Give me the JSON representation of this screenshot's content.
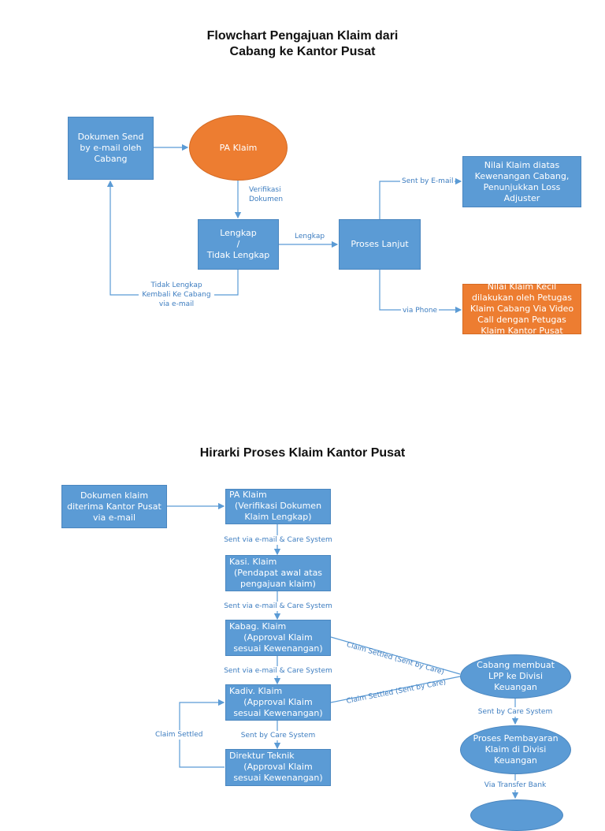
{
  "flowchart": {
    "title_line1": "Flowchart Pengajuan Klaim dari",
    "title_line2": "Cabang ke Kantor Pusat",
    "nodes": {
      "dokumen_send": "Dokumen Send by e-mail oleh Cabang",
      "pa_klaim": "PA Klaim",
      "lengkap_l1": "Lengkap",
      "lengkap_l2": "/",
      "lengkap_l3": "Tidak Lengkap",
      "proses_lanjut": "Proses Lanjut",
      "nilai_besar": "Nilai Klaim diatas Kewenangan Cabang, Penunjukkan Loss Adjuster",
      "nilai_kecil": "Nilai Klaim Kecil dilakukan oleh Petugas Klaim Cabang Via Video Call dengan Petugas Klaim Kantor Pusat"
    },
    "edges": {
      "verifikasi_l1": "Verifikasi",
      "verifikasi_l2": "Dokumen",
      "lengkap": "Lengkap",
      "sent_email": "Sent by E-mail",
      "via_phone": "via Phone",
      "tidak_l1": "Tidak Lengkap",
      "tidak_l2": "Kembali Ke Cabang",
      "tidak_l3": "via e-mail"
    }
  },
  "hirarki": {
    "title": "Hirarki Proses Klaim Kantor Pusat",
    "nodes": {
      "dokumen_klaim": "Dokumen klaim diterima Kantor Pusat via e-mail",
      "pa_klaim_l1": "PA Klaim",
      "pa_klaim_l2": "(Verifikasi Dokumen Klaim Lengkap)",
      "kasi_l1": "Kasi. Klaim",
      "kasi_l2": "(Pendapat awal atas pengajuan klaim)",
      "kabag_l1": "Kabag. Klaim",
      "kabag_l2": "(Approval Klaim sesuai Kewenangan)",
      "kadiv_l1": "Kadiv. Klaim",
      "kadiv_l2": "(Approval Klaim sesuai Kewenangan)",
      "direktur_l1": "Direktur Teknik",
      "direktur_l2": "(Approval Klaim sesuai Kewenangan)",
      "cabang_lpp": "Cabang membuat LPP ke Divisi Keuangan",
      "proses_pembayaran": "Proses Pembayaran Klaim di Divisi Keuangan"
    },
    "edges": {
      "sent_care_1": "Sent via e-mail & Care System",
      "sent_care_2": "Sent via e-mail & Care System",
      "sent_care_3": "Sent via e-mail & Care System",
      "sent_by_care": "Sent by Care System",
      "claim_settled_1": "Claim Settled (Sent by Care)",
      "claim_settled_2": "Claim Settled (Sent by Care)",
      "claim_settled_loop": "Claim Settled",
      "sent_by_care_lpp": "Sent by Care System",
      "via_transfer": "Via Transfer Bank"
    }
  },
  "colors": {
    "blue": "#5b9bd5",
    "orange": "#ed7d31",
    "line": "#5b9bd5",
    "label": "#3d7dc0"
  }
}
